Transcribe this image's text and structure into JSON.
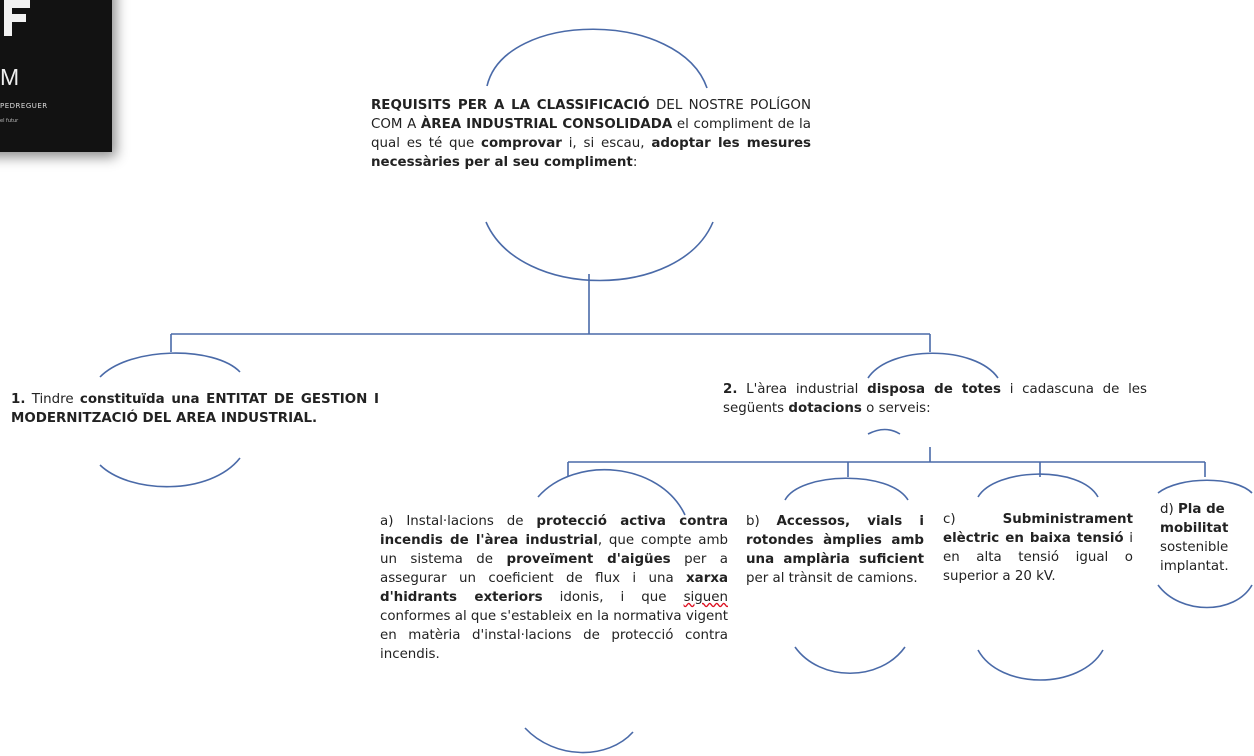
{
  "logo": {
    "mark": "M",
    "name": "PEDREGUER",
    "tagline": "el futur"
  },
  "root": {
    "p1": "REQUISITS PER A LA CLASSIFICACIÓ",
    "p2": " DEL NOSTRE POLÍGON COM A ",
    "p3": "ÀREA INDUSTRIAL CONSOLIDADA",
    "p4": " el compliment de la qual es té que ",
    "p5": "comprovar",
    "p6": " i, si escau, ",
    "p7": "adoptar les mesures necessàries per al seu compliment",
    "p8": ":"
  },
  "node1": {
    "p1": "1.",
    "p2": " Tindre ",
    "p3": "constituïda una ENTITAT DE GESTION I MODERNITZACIÓ DEL AREA INDUSTRIAL."
  },
  "node2": {
    "p1": "2.",
    "p2": " L'àrea industrial ",
    "p3": "disposa de totes",
    "p4": " i cadascuna de les següents ",
    "p5": "dotacions",
    "p6": " o serveis:"
  },
  "nodeA": {
    "p1": "a) Instal·lacions de ",
    "p2": "protecció activa contra incendis de l'àrea industrial",
    "p3": ", que compte amb un sistema de ",
    "p4": "proveïment d'aigües",
    "p5": " per a assegurar un coeficient de flux i una ",
    "p6": "xarxa d'hidrants exteriors",
    "p7": " idonis, i que ",
    "p8": "siguen",
    "p9": " conformes al que s'estableix en la normativa vigent en matèria d'instal·lacions de protecció contra incendis."
  },
  "nodeB": {
    "p1": "b) ",
    "p2": "Accessos, vials i rotondes àmplies amb una amplària suficient",
    "p3": " per al trànsit de camions."
  },
  "nodeC": {
    "p1": "c) ",
    "p2": "Subministrament elèctric en baixa tensió",
    "p3": " i en alta tensió igual o superior a 20 kV."
  },
  "nodeD": {
    "p1": "d) ",
    "p2": "Pla de mobilitat",
    "p3": " sostenible implantat."
  },
  "colors": {
    "line": "#4a6aa8",
    "logo_bg": "#121212"
  }
}
